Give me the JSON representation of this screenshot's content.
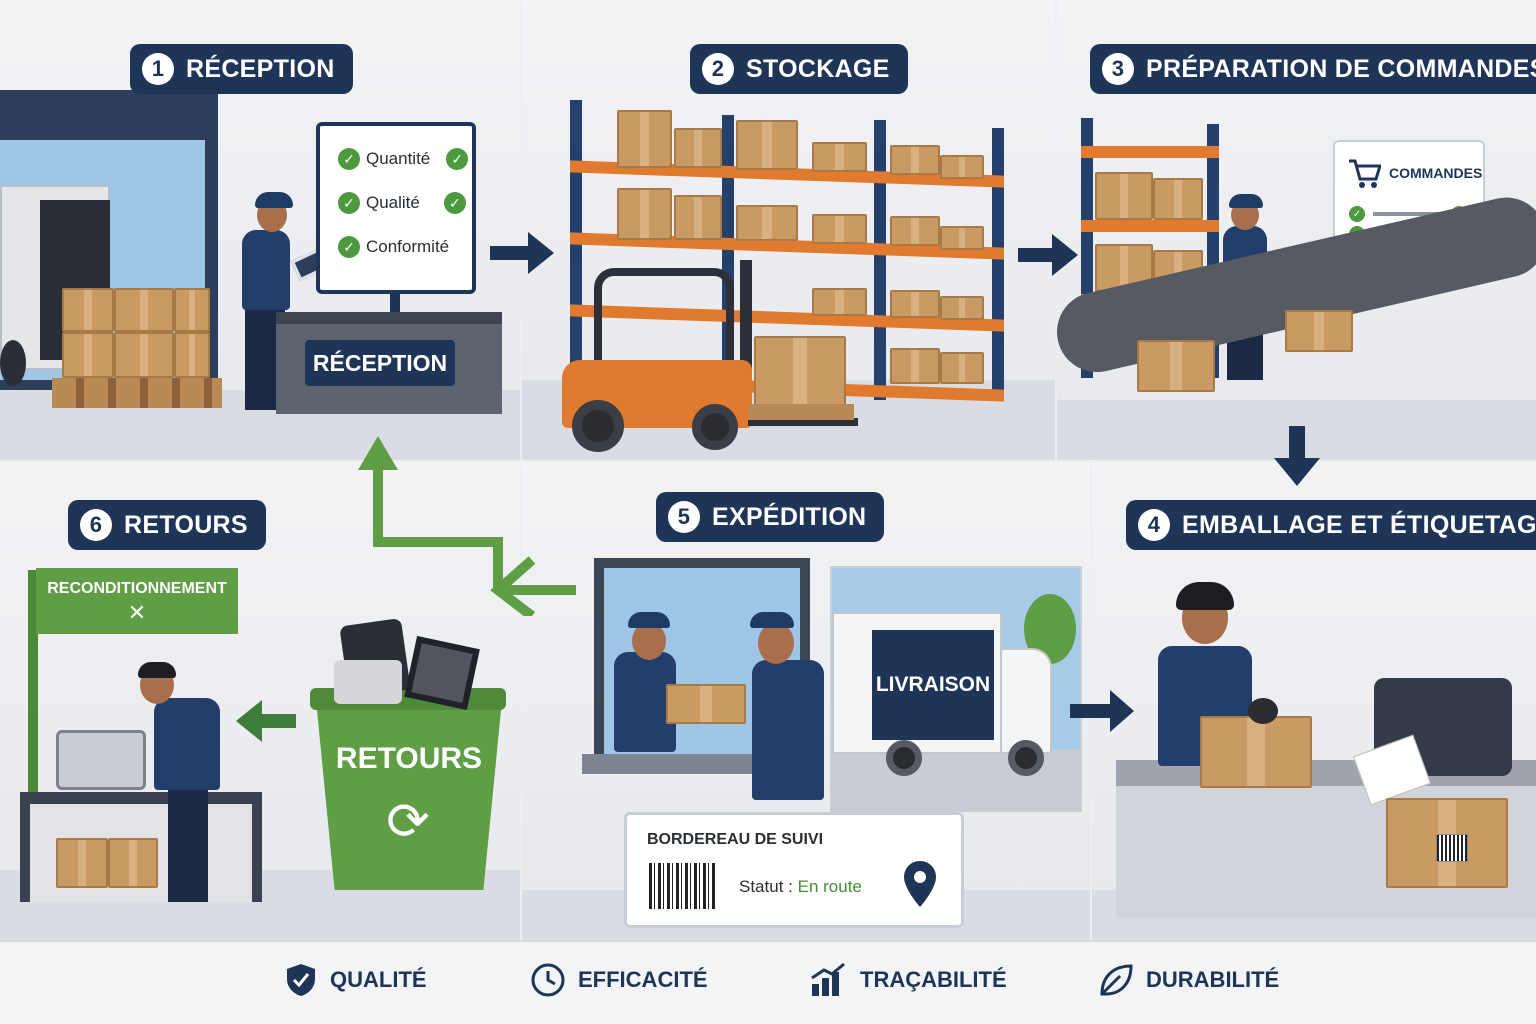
{
  "steps": [
    {
      "num": "1",
      "label": "RÉCEPTION"
    },
    {
      "num": "2",
      "label": "STOCKAGE"
    },
    {
      "num": "3",
      "label": "PRÉPARATION DE COMMANDES"
    },
    {
      "num": "4",
      "label": "EMBALLAGE ET ÉTIQUETAGE"
    },
    {
      "num": "5",
      "label": "EXPÉDITION"
    },
    {
      "num": "6",
      "label": "RETOURS"
    }
  ],
  "reception": {
    "checklist": [
      "Quantité",
      "Qualité",
      "Conformité"
    ],
    "desk_sign": "RÉCEPTION"
  },
  "picking": {
    "orders_title": "COMMANDES"
  },
  "shipping": {
    "truck_label": "LIVRAISON",
    "slip_title": "BORDEREAU DE SUIVI",
    "status_label": "Statut :",
    "status_value": "En route",
    "status_color": "#3f8f33"
  },
  "returns": {
    "refurb_sign": "RECONDITIONNEMENT",
    "bin_label": "RETOURS"
  },
  "values": [
    {
      "label": "QUALITÉ",
      "icon": "shield-check-icon"
    },
    {
      "label": "EFFICACITÉ",
      "icon": "clock-icon"
    },
    {
      "label": "TRAÇABILITÉ",
      "icon": "bar-chart-icon"
    },
    {
      "label": "DURABILITÉ",
      "icon": "leaf-icon"
    }
  ],
  "colors": {
    "navy": "#1e3557",
    "orange": "#e07a2e",
    "green": "#5f9e45",
    "box": "#c99a63"
  }
}
